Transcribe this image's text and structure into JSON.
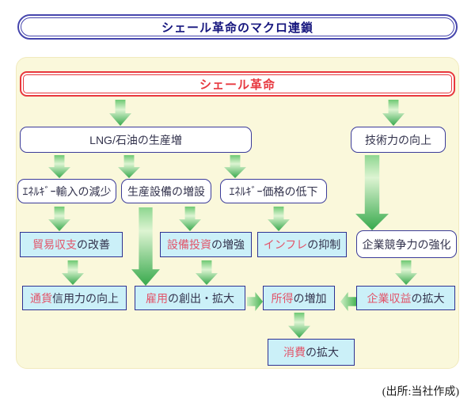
{
  "title": "シェール革命のマクロ連鎖",
  "source": "(出所:当社作成)",
  "colors": {
    "banner_border": "#4646ad",
    "banner_text": "#16167e",
    "panel_bg": "#faf8db",
    "node_border_navy": "#2e3192",
    "node_cyan_bg": "#cbf0f8",
    "node_text": "#33334d",
    "highlight_red": "#e2556a",
    "shale_red": "#e8383d",
    "arrow_green_dark": "#37a94c",
    "arrow_green_light": "#ddf4d2"
  },
  "nodes": {
    "shale": "シェール革命",
    "lng": "LNG/石油の生産増",
    "tech": "技術力の向上",
    "import_dec": "ｴﾈﾙｷﾞｰ輸入の減少",
    "facility": "生産設備の増設",
    "price": "ｴﾈﾙｷﾞｰ価格の低下",
    "competitiveness": "企業競争力の強化",
    "trade": {
      "em": "貿易収支",
      "rest": "の改善"
    },
    "capex": {
      "em": "設備投資",
      "rest": "の増強"
    },
    "inflation": {
      "em": "インフレ",
      "rest": "の抑制"
    },
    "currency": {
      "em": "通貨",
      "rest": "信用力の向上"
    },
    "employment": {
      "em": "雇用",
      "rest": "の創出・拡大"
    },
    "income": {
      "em": "所得",
      "rest": "の増加"
    },
    "profit": {
      "em": "企業収益",
      "rest": "の拡大"
    },
    "consumption": {
      "em": "消費",
      "rest": "の拡大"
    }
  },
  "edges": [
    {
      "from": "shale",
      "to": "lng"
    },
    {
      "from": "shale",
      "to": "tech"
    },
    {
      "from": "lng",
      "to": "import_dec"
    },
    {
      "from": "lng",
      "to": "facility"
    },
    {
      "from": "lng",
      "to": "price"
    },
    {
      "from": "import_dec",
      "to": "trade"
    },
    {
      "from": "facility",
      "to": "capex"
    },
    {
      "from": "facility",
      "to": "employment"
    },
    {
      "from": "price",
      "to": "inflation"
    },
    {
      "from": "tech",
      "to": "competitiveness"
    },
    {
      "from": "trade",
      "to": "currency"
    },
    {
      "from": "capex",
      "to": "employment"
    },
    {
      "from": "competitiveness",
      "to": "profit"
    },
    {
      "from": "employment",
      "to": "income"
    },
    {
      "from": "profit",
      "to": "income"
    },
    {
      "from": "income",
      "to": "consumption"
    }
  ]
}
